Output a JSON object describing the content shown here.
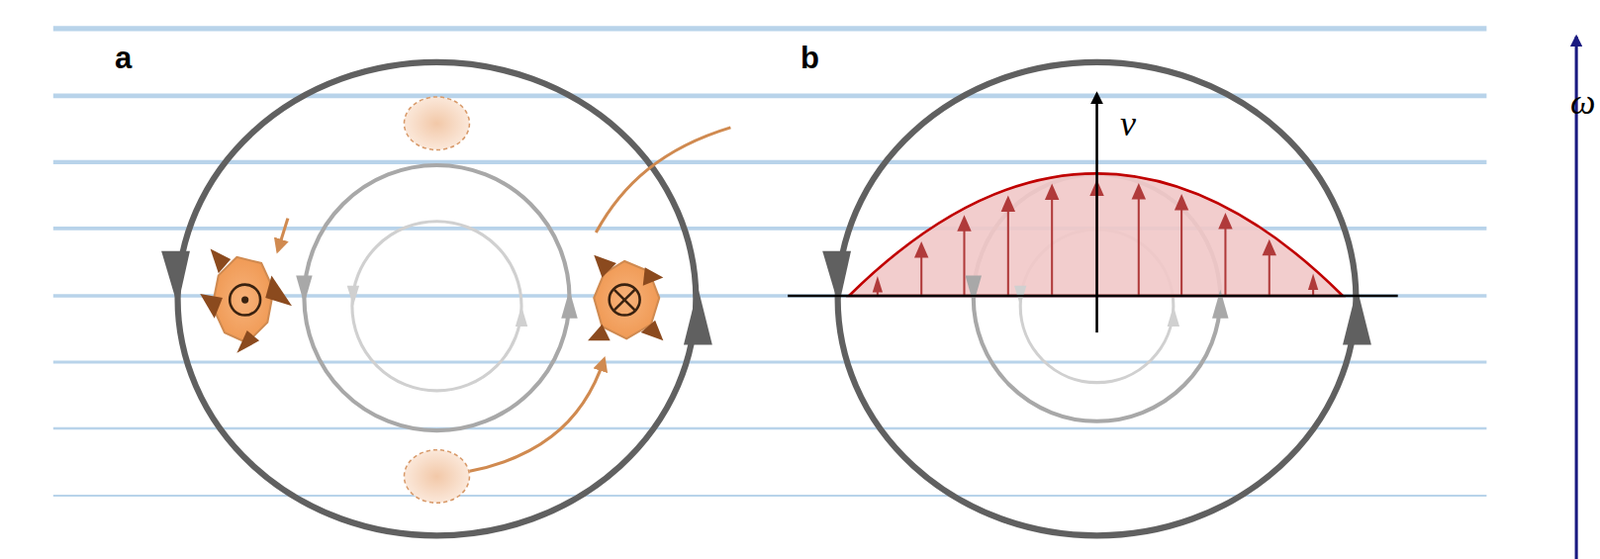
{
  "diagram": {
    "labels": [
      "a",
      "b",
      "v",
      "ω"
    ]
  }
}
